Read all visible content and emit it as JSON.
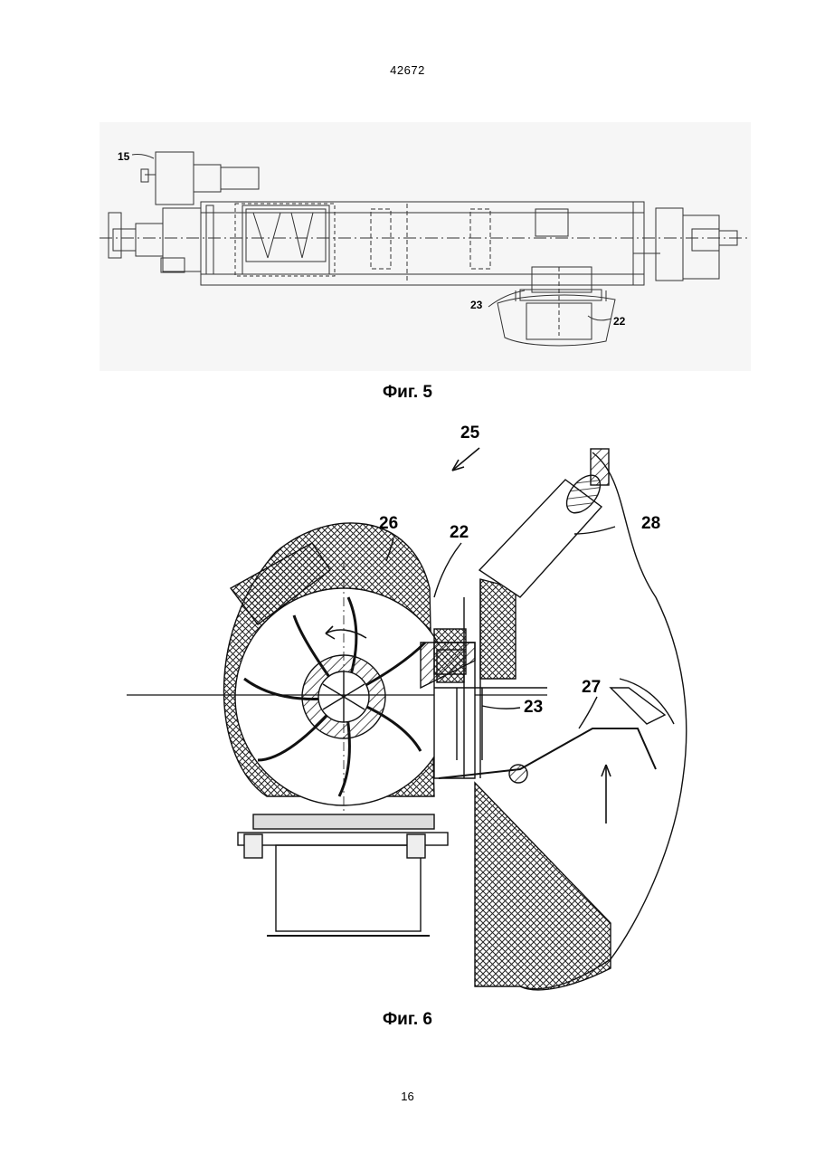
{
  "header": {
    "document_number": "42672"
  },
  "figure5": {
    "caption": "Фиг. 5",
    "labels": {
      "l15": "15",
      "l23": "23",
      "l22": "22"
    }
  },
  "figure6": {
    "caption": "Фиг. 6",
    "labels": {
      "l25": "25",
      "l26": "26",
      "l22": "22",
      "l28": "28",
      "l23": "23",
      "l27": "27"
    }
  },
  "footer": {
    "page_number": "16"
  }
}
